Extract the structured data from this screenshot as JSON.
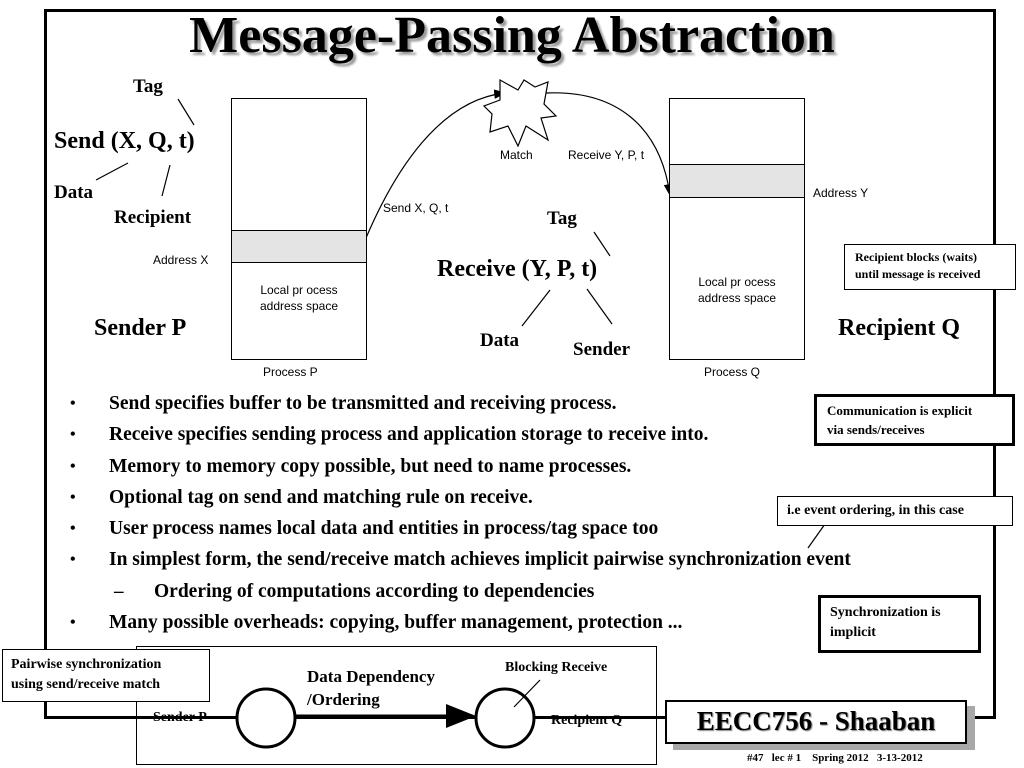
{
  "title": "Message-Passing Abstraction",
  "sender_side": {
    "tag_label": "Tag",
    "call": "Send (X, Q, t)",
    "data_label": "Data",
    "recipient_label": "Recipient",
    "address_label": "Address X",
    "space_label_line1": "Local pr ocess",
    "space_label_line2": "address space",
    "process_label": "Process P",
    "side_title": "Sender P",
    "send_arrow_label": "Send X, Q, t"
  },
  "match": {
    "label": "Match",
    "receive_label": "Receive Y, P, t"
  },
  "receiver_side": {
    "tag_label": "Tag",
    "call": "Receive (Y, P, t)",
    "data_label": "Data",
    "sender_label": "Sender",
    "address_label": "Address Y",
    "space_label_line1": "Local pr ocess",
    "space_label_line2": "address space",
    "process_label": "Process Q",
    "side_title": "Recipient Q"
  },
  "notes": {
    "blocks_line1": "Recipient blocks (waits)",
    "blocks_line2": "until message is received",
    "explicit_line1": "Communication is explicit",
    "explicit_line2": "via sends/receives",
    "ordering": "i.e event ordering, in this case",
    "sync_line1": "Synchronization is",
    "sync_line2": "implicit",
    "pairwise_line1": "Pairwise synchronization",
    "pairwise_line2": "using send/receive match"
  },
  "bullets": [
    "Send specifies buffer to be transmitted and receiving process.",
    "Receive specifies sending process and application storage to receive into.",
    "Memory to memory copy possible, but need to name processes.",
    "Optional tag on send and matching rule on receive.",
    "User process names local data and entities in process/tag space too",
    "In simplest form, the send/receive match achieves implicit pairwise synchronization event",
    "Ordering of computations according to dependencies",
    "Many possible overheads: copying, buffer management, protection ..."
  ],
  "sync_diagram": {
    "dependency_line1": "Data Dependency",
    "dependency_line2": "/Ordering",
    "blocking_label": "Blocking Receive",
    "sender_label": "Sender P",
    "recipient_label": "Recipient Q"
  },
  "footer": {
    "course": "EECC756 - Shaaban",
    "slide_info": "#47   lec # 1    Spring 2012   3-13-2012"
  }
}
